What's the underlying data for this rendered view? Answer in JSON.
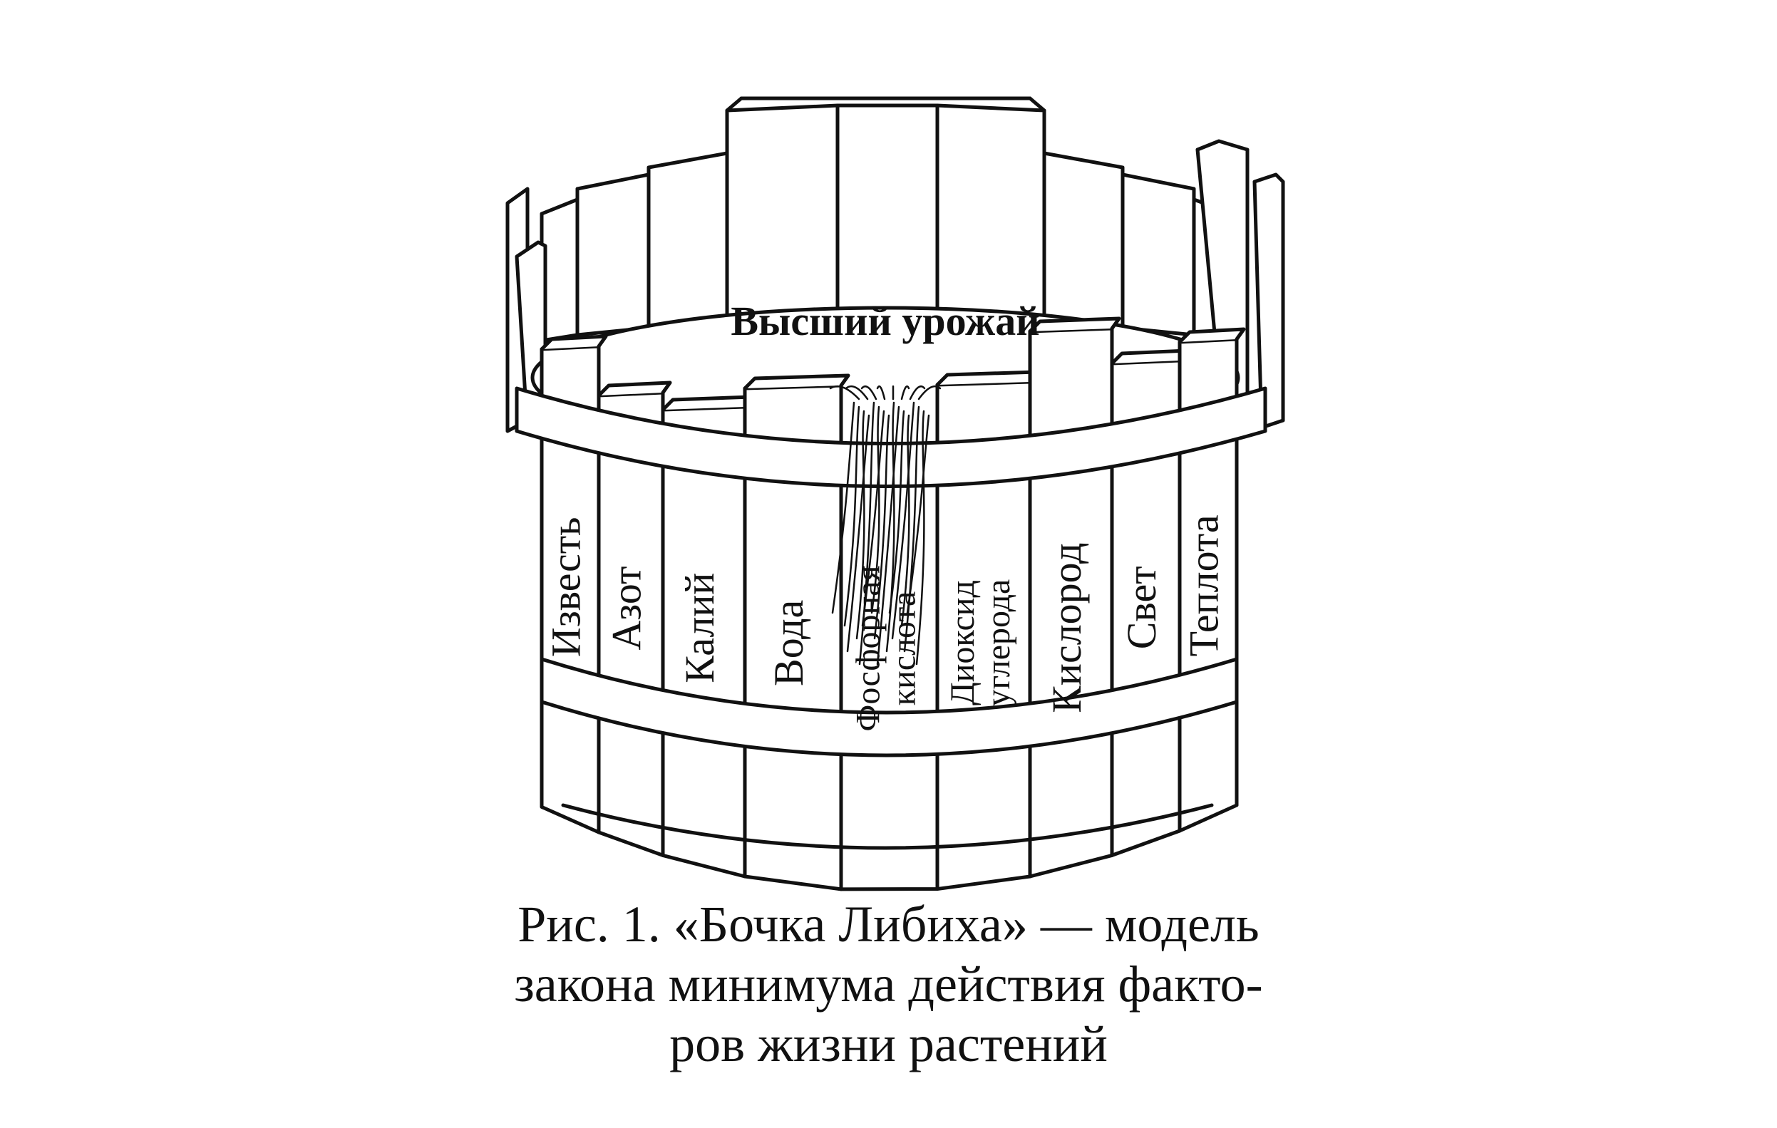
{
  "diagram": {
    "top_label": "Высший урожай",
    "staves": [
      {
        "lines": [
          "Известь"
        ]
      },
      {
        "lines": [
          "Азот"
        ]
      },
      {
        "lines": [
          "Калий"
        ]
      },
      {
        "lines": [
          "Вода"
        ]
      },
      {
        "lines": [
          "Фосфорная",
          "кислота"
        ]
      },
      {
        "lines": [
          "Диоксид",
          "углерода"
        ]
      },
      {
        "lines": [
          "Кислород"
        ]
      },
      {
        "lines": [
          "Свет"
        ]
      },
      {
        "lines": [
          "Теплота"
        ]
      }
    ]
  },
  "caption": {
    "line1": "Рис. 1. «Бочка Либиха» — модель",
    "line2": "закона минимума действия факто-",
    "line3": "ров жизни растений"
  }
}
